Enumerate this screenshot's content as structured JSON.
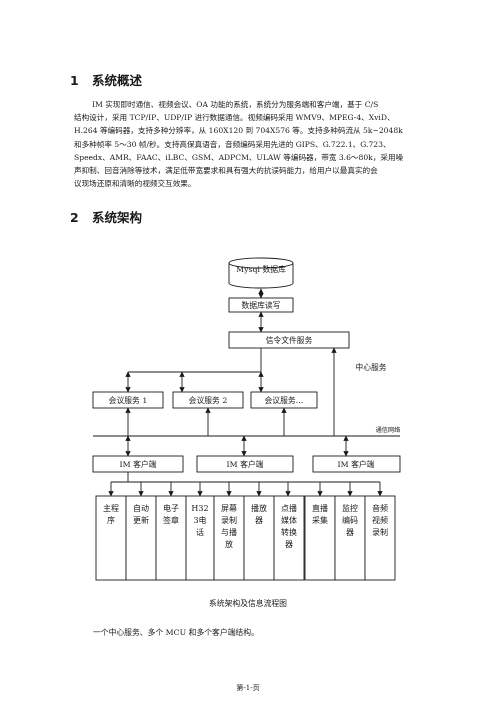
{
  "section1": {
    "number": "1",
    "title": "系统概述"
  },
  "overview_lines": [
    "IM 实现即时通信、视频会议、OA 功能的系统，系统分为服务端和客户端，基于 C/S",
    "结构设计，采用 TCP/IP、UDP/IP 进行数据通信。视频编码采用 WMV9、MPEG-4、XviD、",
    "H.264 等编码器，支持多种分辨率，从 160X120 到 704X576 等。支持多种码流从 5k~2048k",
    "和多种帧率 5～30 帧/秒。支持高保真语音，音频编码采用先进的 GIPS、G.722.1、G.723、",
    "Speedx、AMR、FAAC、iLBC、GSM、ADPCM、ULAW 等编码器，带宽 3.6～80k，采用噪",
    "声抑制、回音消除等技术，满足低带宽要求和具有强大的抗误码能力，给用户以最真实的会",
    "议现场还原和清晰的视频交互效果。"
  ],
  "section2": {
    "number": "2",
    "title": "系统架构"
  },
  "diagram": {
    "database": "Mysql 数据库",
    "db_rw": "数据库读写",
    "signal_service": "信令文件服务",
    "center_service": "中心服务",
    "meetings": [
      "会议服务 1",
      "会议服务 2",
      "会议服务…"
    ],
    "network": "通信网络",
    "clients": [
      "IM 客户端",
      "IM 客户端",
      "IM 客户端"
    ],
    "modules": [
      "主程序",
      "自动更新",
      "电子签章",
      "H323电话",
      "屏幕录制与播放",
      "播放器",
      "点播媒体转换器",
      "直播采集",
      "监控编码器",
      "音频视频录制"
    ]
  },
  "caption": "系统架构及信息流程图",
  "bottom_text": "一个中心服务、多个 MCU 和多个客户端结构。",
  "page_number": "第-1-页"
}
